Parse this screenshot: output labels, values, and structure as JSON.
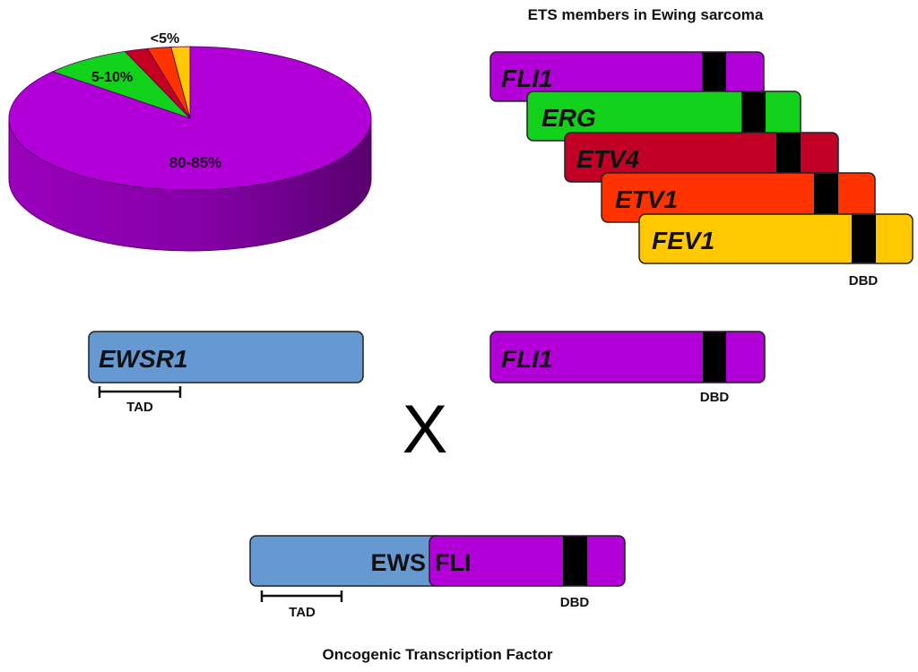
{
  "pie": {
    "slices": [
      {
        "label": "80-85%",
        "value": 82.5,
        "color": "#b300d9"
      },
      {
        "label": "5-10%",
        "value": 7.5,
        "color": "#11d11a"
      },
      {
        "label": "",
        "value": 2.0,
        "color": "#c40022"
      },
      {
        "label": "<5%",
        "value": 2.0,
        "color": "#ff3300"
      },
      {
        "label": "",
        "value": 1.6,
        "color": "#ffc800"
      }
    ],
    "side_color": "#7a0096",
    "label_main": "80-85%",
    "label_green": "5-10%",
    "label_small": "<5%"
  },
  "ets": {
    "title": "ETS members in Ewing sarcoma",
    "members": [
      {
        "name": "FLI1",
        "color": "#b300d9"
      },
      {
        "name": "ERG",
        "color": "#11d11a"
      },
      {
        "name": "ETV4",
        "color": "#c20025"
      },
      {
        "name": "ETV1",
        "color": "#ff3300"
      },
      {
        "name": "FEV1",
        "color": "#ffc800"
      }
    ],
    "dbd_label": "DBD"
  },
  "fusion": {
    "ewsr1": {
      "name": "EWSR1",
      "color": "#6699d1",
      "tad_label": "TAD"
    },
    "fli1": {
      "name": "FLI1",
      "color": "#b300d9",
      "dbd_label": "DBD"
    },
    "cross": "X",
    "product": {
      "left_label": "EWS",
      "right_label": "FLI",
      "tad_label": "TAD",
      "dbd_label": "DBD",
      "caption": "Oncogenic Transcription Factor"
    }
  },
  "colors": {
    "dbd": "#000000",
    "outline": "#222222"
  }
}
